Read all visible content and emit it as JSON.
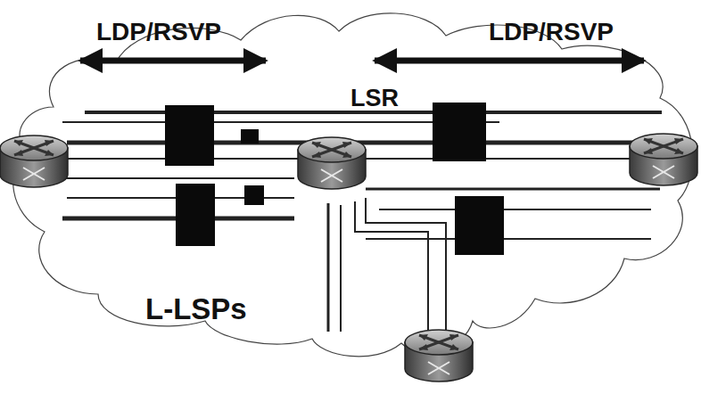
{
  "diagram": {
    "labels": [
      "LDP/RSVP",
      "LDP/RSVP",
      "LSR",
      "L-LSPs"
    ]
  }
}
